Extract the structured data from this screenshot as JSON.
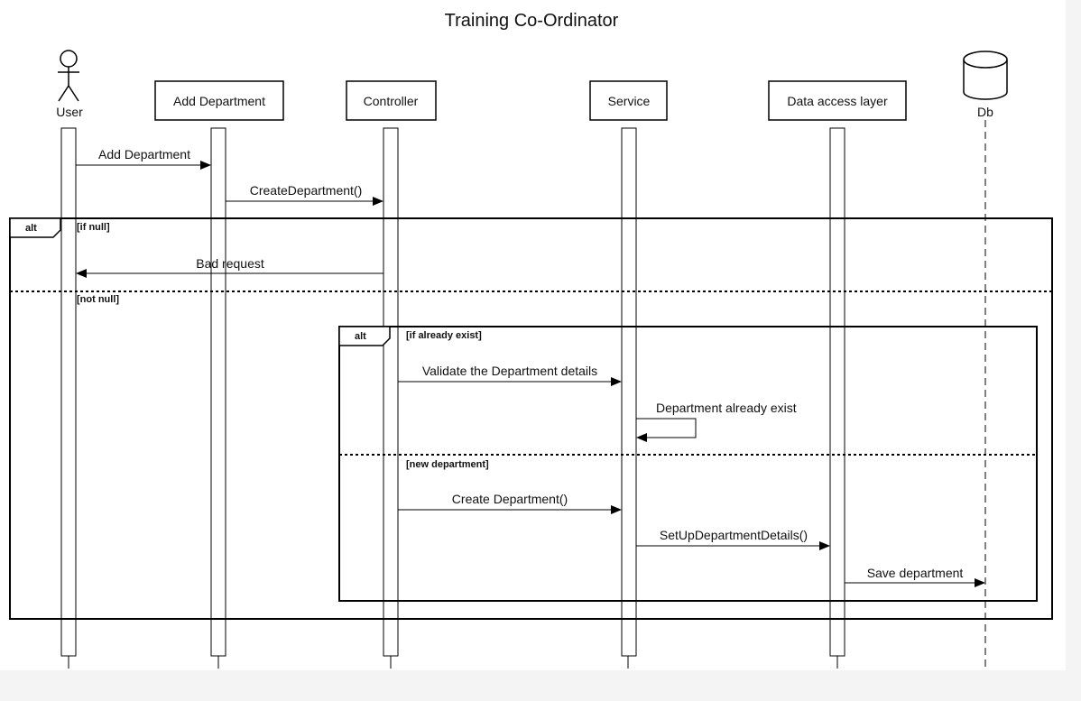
{
  "diagram": {
    "title": "Training Co-Ordinator",
    "participants": {
      "user": "User",
      "add_department": "Add Department",
      "controller": "Controller",
      "service": "Service",
      "data_access_layer": "Data access layer",
      "db": "Db"
    },
    "messages": {
      "add_department": "Add Department",
      "create_department_call": "CreateDepartment()",
      "bad_request": "Bad request",
      "validate_details": "Validate the Department details",
      "already_exist": "Department already exist",
      "create_department": "Create Department()",
      "setup_details": "SetUpDepartmentDetails()",
      "save_department": "Save department"
    },
    "fragments": {
      "outer_keyword": "alt",
      "outer_guard_1": "[if null]",
      "outer_guard_2": "[not null]",
      "inner_keyword": "alt",
      "inner_guard_1": "[if already exist]",
      "inner_guard_2": "[new department]"
    }
  }
}
